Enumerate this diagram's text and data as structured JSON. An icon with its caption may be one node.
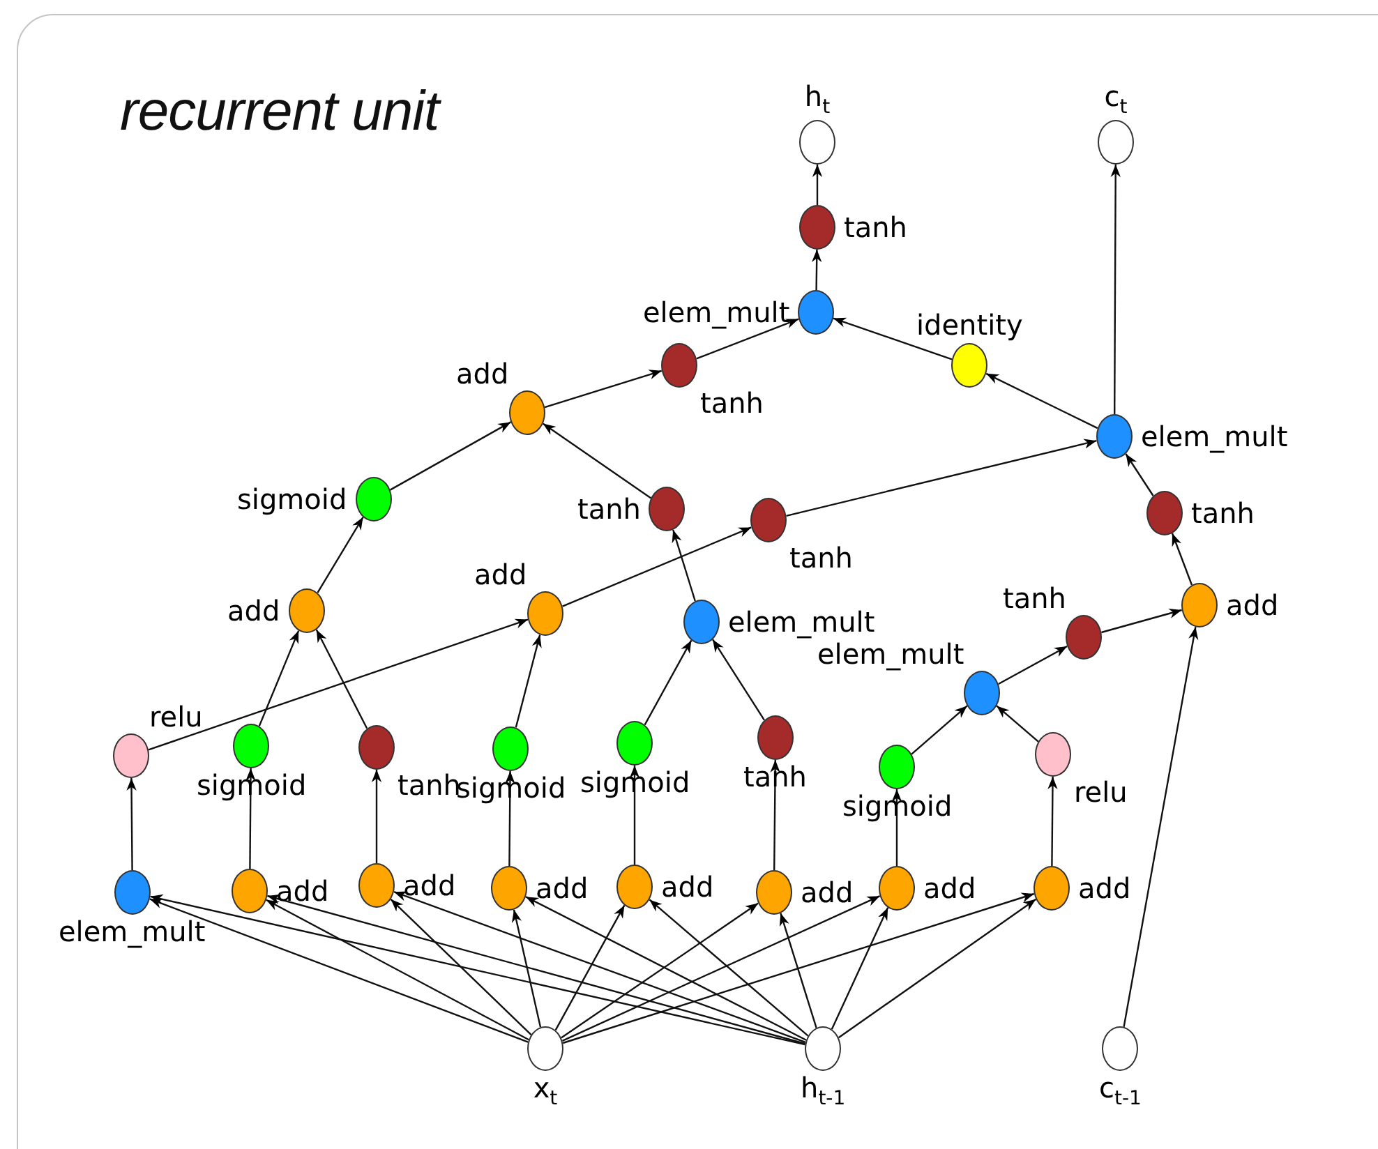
{
  "diagram": {
    "title": "recurrent unit",
    "nodes": [
      {
        "text": [
          "h$_{t}$"
        ]
      },
      {
        "text": [
          "c$_{t}$"
        ]
      },
      {
        "text": [
          "tanh"
        ]
      },
      {
        "text": [
          "elem_mult"
        ]
      },
      {
        "text": [
          "tanh"
        ]
      },
      {
        "text": [
          "identity"
        ]
      },
      {
        "text": [
          "add"
        ]
      },
      {
        "text": [
          "elem_mult"
        ]
      },
      {
        "text": [
          "sigmoid"
        ]
      },
      {
        "text": [
          "tanh"
        ]
      },
      {
        "text": [
          "tanh"
        ]
      },
      {
        "text": [
          "tanh"
        ]
      },
      {
        "text": [
          "add"
        ]
      },
      {
        "text": [
          "add"
        ]
      },
      {
        "text": [
          "elem_mult"
        ]
      },
      {
        "text": [
          "tanh"
        ]
      },
      {
        "text": [
          "add"
        ]
      },
      {
        "text": [
          "elem_mult"
        ]
      },
      {
        "text": [
          "relu"
        ]
      },
      {
        "text": [
          "sigmoid"
        ]
      },
      {
        "text": [
          "tanh"
        ]
      },
      {
        "text": [
          "sigmoid"
        ]
      },
      {
        "text": [
          "sigmoid"
        ]
      },
      {
        "text": [
          "tanh"
        ]
      },
      {
        "text": [
          "sigmoid"
        ]
      },
      {
        "text": [
          "relu"
        ]
      },
      {
        "text": [
          "elem_mult"
        ]
      },
      {
        "text": [
          "add"
        ]
      },
      {
        "text": [
          "add"
        ]
      },
      {
        "text": [
          "add"
        ]
      },
      {
        "text": [
          "add"
        ]
      },
      {
        "text": [
          "add"
        ]
      },
      {
        "text": [
          "add"
        ]
      },
      {
        "text": [
          "add"
        ]
      },
      {
        "text": [
          "x$_{t}$"
        ]
      },
      {
        "text": [
          "h$_{t-1}$"
        ]
      },
      {
        "text": [
          "c$_{t-1}$"
        ]
      }
    ],
    "edges": [
      {
        "from": 2,
        "to": 0,
        "arrow": "to"
      },
      {
        "from": 3,
        "to": 2,
        "arrow": "to"
      },
      {
        "from": 4,
        "to": 3,
        "arrow": "to"
      },
      {
        "from": 5,
        "to": 3,
        "arrow": "to"
      },
      {
        "from": 6,
        "to": 4,
        "arrow": "to"
      },
      {
        "from": 7,
        "to": 5,
        "arrow": "to"
      },
      {
        "from": 7,
        "to": 1,
        "arrow": "to"
      },
      {
        "from": 8,
        "to": 6,
        "arrow": "to"
      },
      {
        "from": 9,
        "to": 6,
        "arrow": "to"
      },
      {
        "from": 10,
        "to": 7,
        "arrow": "to"
      },
      {
        "from": 11,
        "to": 7,
        "arrow": "to"
      },
      {
        "from": 12,
        "to": 8,
        "arrow": "to"
      },
      {
        "from": 13,
        "to": 10,
        "arrow": "to"
      },
      {
        "from": 14,
        "to": 9,
        "arrow": "to"
      },
      {
        "from": 16,
        "to": 11,
        "arrow": "to"
      },
      {
        "from": 15,
        "to": 16,
        "arrow": "to"
      },
      {
        "from": 17,
        "to": 15,
        "arrow": "to"
      },
      {
        "from": 36,
        "to": 16,
        "arrow": "to"
      },
      {
        "from": 18,
        "to": 13,
        "arrow": "to"
      },
      {
        "from": 19,
        "to": 12,
        "arrow": "to"
      },
      {
        "from": 20,
        "to": 12,
        "arrow": "to"
      },
      {
        "from": 21,
        "to": 13,
        "arrow": "to"
      },
      {
        "from": 22,
        "to": 14,
        "arrow": "to"
      },
      {
        "from": 23,
        "to": 14,
        "arrow": "to"
      },
      {
        "from": 24,
        "to": 17,
        "arrow": "to"
      },
      {
        "from": 25,
        "to": 17,
        "arrow": "to"
      },
      {
        "from": 26,
        "to": 18,
        "arrow": "to"
      },
      {
        "from": 27,
        "to": 19,
        "arrow": "to"
      },
      {
        "from": 28,
        "to": 20,
        "arrow": "to"
      },
      {
        "from": 29,
        "to": 21,
        "arrow": "to"
      },
      {
        "from": 30,
        "to": 22,
        "arrow": "to"
      },
      {
        "from": 31,
        "to": 23,
        "arrow": "to"
      },
      {
        "from": 32,
        "to": 24,
        "arrow": "to"
      },
      {
        "from": 33,
        "to": 25,
        "arrow": "to"
      },
      {
        "from": 34,
        "to": 26,
        "arrow": "to"
      },
      {
        "from": 34,
        "to": 27,
        "arrow": "to"
      },
      {
        "from": 34,
        "to": 28,
        "arrow": "to"
      },
      {
        "from": 34,
        "to": 29,
        "arrow": "to"
      },
      {
        "from": 34,
        "to": 30,
        "arrow": "to"
      },
      {
        "from": 34,
        "to": 31,
        "arrow": "to"
      },
      {
        "from": 34,
        "to": 32,
        "arrow": "to"
      },
      {
        "from": 34,
        "to": 33,
        "arrow": "to"
      },
      {
        "from": 35,
        "to": 26,
        "arrow": "to"
      },
      {
        "from": 35,
        "to": 27,
        "arrow": "to"
      },
      {
        "from": 35,
        "to": 28,
        "arrow": "to"
      },
      {
        "from": 35,
        "to": 29,
        "arrow": "to"
      },
      {
        "from": 35,
        "to": 30,
        "arrow": "to"
      },
      {
        "from": 35,
        "to": 31,
        "arrow": "to"
      },
      {
        "from": 35,
        "to": 32,
        "arrow": "to"
      },
      {
        "from": 35,
        "to": 33,
        "arrow": "to"
      }
    ]
  }
}
